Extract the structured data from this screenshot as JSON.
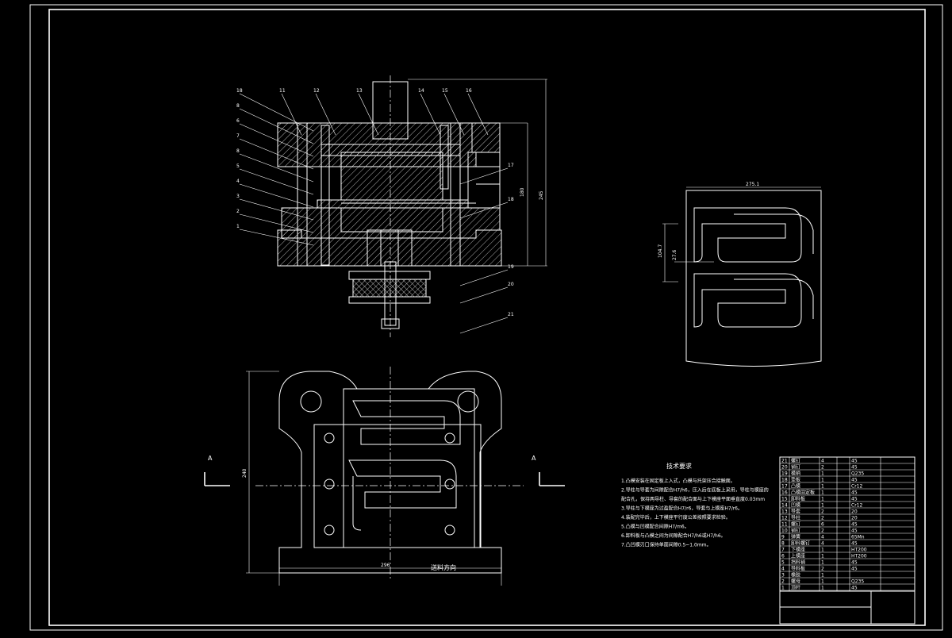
{
  "drawing": {
    "section_labels": {
      "left": "A",
      "right": "A"
    },
    "dimensions": {
      "front_height_inner": "180",
      "front_height_outer": "245",
      "plan_width": "296",
      "plan_height": "240",
      "part_width": "275.1",
      "part_height": "104.7",
      "part_small": "27.6"
    },
    "feed_direction": "送料方向",
    "callouts_left": [
      "18",
      "8",
      "6",
      "7",
      "8",
      "5",
      "4",
      "3",
      "2",
      "1"
    ],
    "callouts_top": [
      "11",
      "12",
      "13",
      "14",
      "15",
      "16"
    ],
    "callouts_right": [
      "17",
      "18",
      "19",
      "20",
      "21"
    ],
    "tech_requirements": {
      "title": "技术要求",
      "items": [
        "1.凸模安装在固定板上入式，凸模与托架压合接触面。",
        "2.导柱与导套为间隙配合H7/h6，压入后在底板上采用，导柱与模座的",
        "   配合孔，保持两导柱、导套的配合面与上下模座平面垂直度0.03mm",
        "3.导柱与下模座为过盈配合H7/r6，导套与上模座H7/r6。",
        "4.装配完毕后，上下模座平行度公差按照要求检验。",
        "5.凸模与凹模配合间隙H7/m6。",
        "6.卸料板与凸模之间为间隙配合H7/h6或H7/h6。",
        "7.凸凹模刃口保持单面间隙0.5~1.0mm。"
      ]
    },
    "title_block_rows": [
      [
        "21",
        "螺钉",
        "4",
        "",
        "45"
      ],
      [
        "20",
        "销钉",
        "2",
        "",
        "45"
      ],
      [
        "19",
        "模柄",
        "1",
        "",
        "Q235"
      ],
      [
        "18",
        "垫板",
        "1",
        "",
        "45"
      ],
      [
        "17",
        "凸模",
        "1",
        "",
        "Cr12"
      ],
      [
        "16",
        "凸模固定板",
        "1",
        "",
        "45"
      ],
      [
        "15",
        "卸料板",
        "1",
        "",
        "45"
      ],
      [
        "14",
        "凹模",
        "1",
        "",
        "Cr12"
      ],
      [
        "13",
        "导套",
        "2",
        "",
        "20"
      ],
      [
        "12",
        "导柱",
        "2",
        "",
        "20"
      ],
      [
        "11",
        "螺钉",
        "6",
        "",
        "45"
      ],
      [
        "10",
        "销钉",
        "2",
        "",
        "45"
      ],
      [
        "9",
        "弹簧",
        "4",
        "",
        "65Mn"
      ],
      [
        "8",
        "卸料螺钉",
        "4",
        "",
        "45"
      ],
      [
        "7",
        "下模座",
        "1",
        "",
        "HT200"
      ],
      [
        "6",
        "上模座",
        "1",
        "",
        "HT200"
      ],
      [
        "5",
        "挡料销",
        "1",
        "",
        "45"
      ],
      [
        "4",
        "导料板",
        "2",
        "",
        "45"
      ],
      [
        "3",
        "橡胶",
        "1",
        "",
        ""
      ],
      [
        "2",
        "螺母",
        "1",
        "",
        "Q235"
      ],
      [
        "1",
        "顶杆",
        "1",
        "",
        "45"
      ]
    ]
  }
}
